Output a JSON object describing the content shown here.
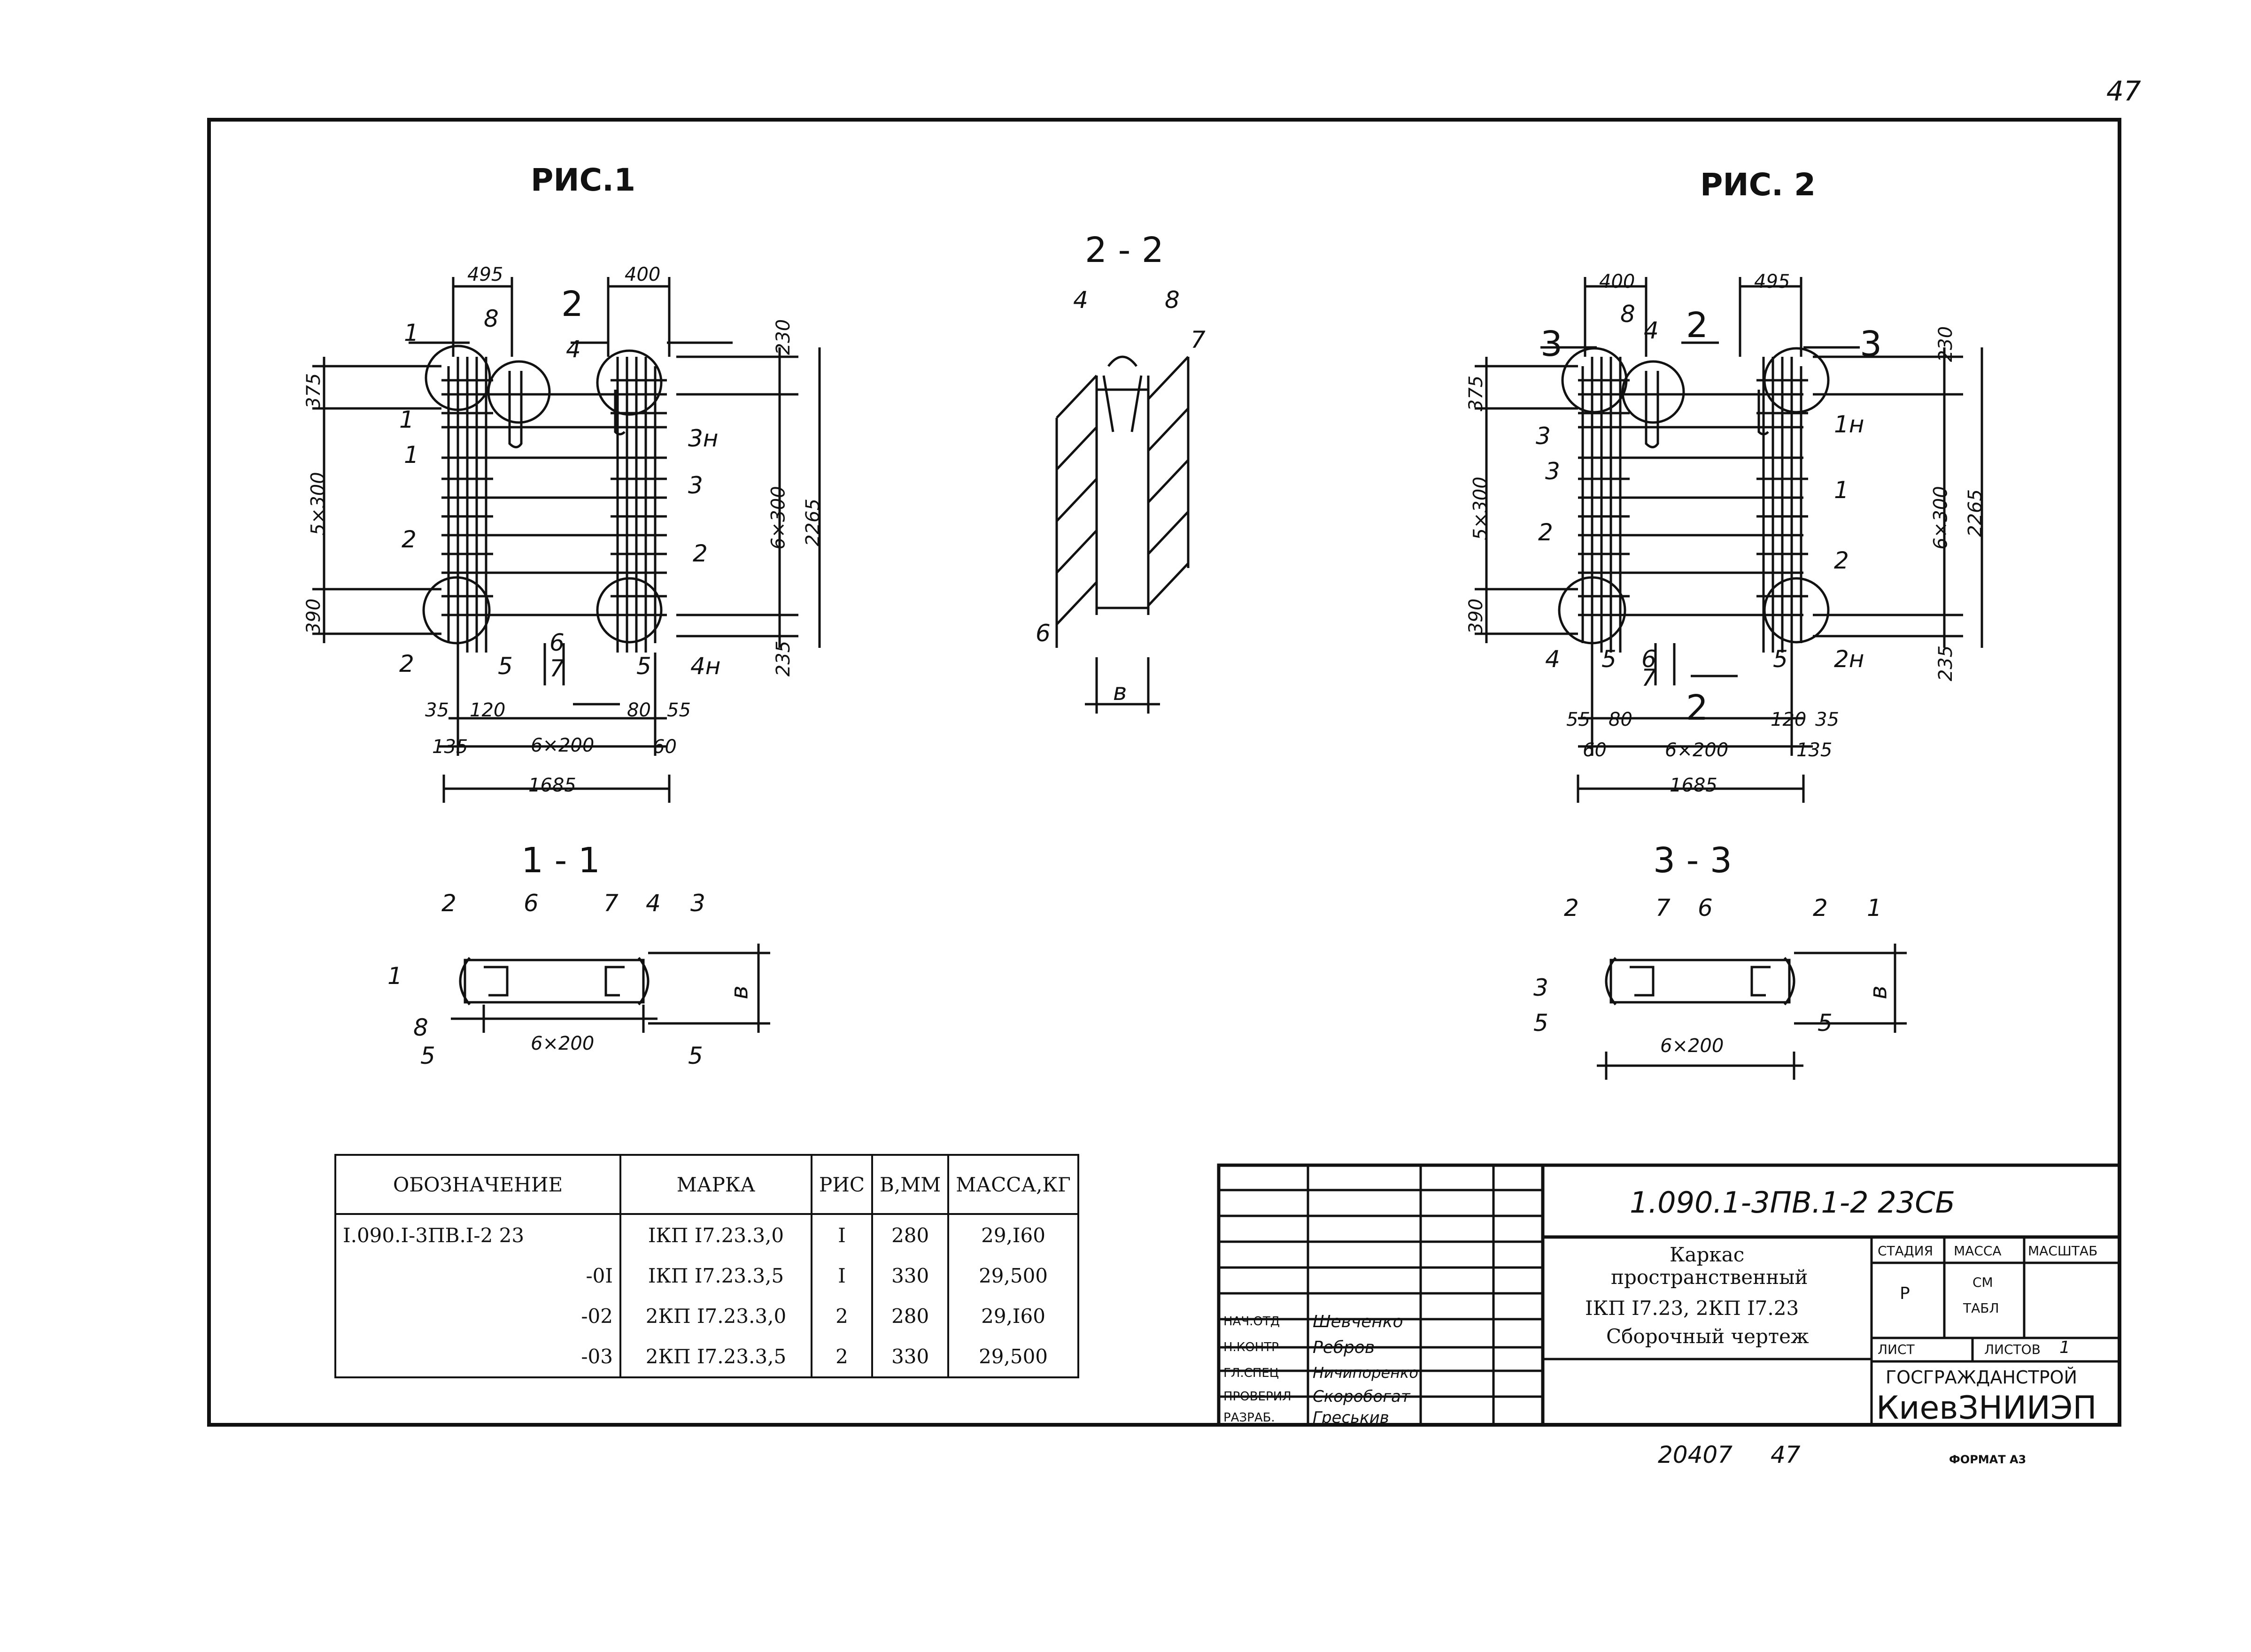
{
  "sheet_number": "47",
  "fig1": {
    "title": "РИС.1",
    "dims": {
      "top_left": "495",
      "top_right": "400",
      "r1": "230",
      "r2": "6×300",
      "r3": "2265",
      "r4": "235",
      "l1": "375",
      "l2": "5×300",
      "l3": "390",
      "b1": "35",
      "b2": "120",
      "b3": "80",
      "b4": "55",
      "b5": "135",
      "b6": "6×200",
      "b7": "60",
      "b8": "1685"
    },
    "labels": {
      "cut1": "1",
      "cut2": "2",
      "p8": "8",
      "p4": "4",
      "p1a": "1",
      "p1b": "1",
      "p3h": "3н",
      "p3": "3",
      "p2a": "2",
      "p2b": "2",
      "p2c": "2",
      "p5a": "5",
      "p6": "6",
      "p7": "7",
      "p5b": "5",
      "p4h": "4н"
    }
  },
  "fig2": {
    "title": "РИС. 2",
    "dims": {
      "top_left": "400",
      "top_right": "495",
      "r1": "230",
      "r2": "6×300",
      "r3": "2265",
      "r4": "235",
      "l1": "375",
      "l2": "5×300",
      "l3": "390",
      "b1": "55",
      "b2": "80",
      "b3": "120",
      "b4": "35",
      "b5": "60",
      "b6": "6×200",
      "b7": "135",
      "b8": "1685"
    },
    "labels": {
      "cut3": "3",
      "cut2": "2",
      "p8": "8",
      "p4": "4",
      "p3a": "3",
      "p3b": "3",
      "p1h": "1н",
      "p1": "1",
      "p2a": "2",
      "p2b": "2",
      "p4b": "4",
      "p5a": "5",
      "p6": "6",
      "p7": "7",
      "p5b": "5",
      "p2h": "2н"
    }
  },
  "section22": {
    "title": "2 - 2",
    "p4": "4",
    "p8": "8",
    "p7": "7",
    "p6": "6",
    "dim": "в"
  },
  "section11": {
    "title": "1 - 1",
    "p2": "2",
    "p6": "6",
    "p7": "7",
    "p4": "4",
    "p3": "3",
    "p1": "1",
    "p8": "8",
    "p5a": "5",
    "p5b": "5",
    "dim": "6×200",
    "hdim": "в"
  },
  "section33": {
    "title": "3 - 3",
    "p2a": "2",
    "p7": "7",
    "p6": "6",
    "p2b": "2",
    "p1": "1",
    "p3": "3",
    "p5a": "5",
    "p5b": "5",
    "dim": "6×200",
    "hdim": "в"
  },
  "spec_table": {
    "headers": [
      "ОБОЗНАЧЕНИЕ",
      "МАРКА",
      "РИС",
      "В,ММ",
      "МАССА,КГ"
    ],
    "rows": [
      [
        "I.090.I-3ПВ.I-2 23",
        "IКП I7.23.3,0",
        "I",
        "280",
        "29,I60"
      ],
      [
        "-0I",
        "IКП I7.23.3,5",
        "I",
        "330",
        "29,500"
      ],
      [
        "-02",
        "2КП I7.23.3,0",
        "2",
        "280",
        "29,I60"
      ],
      [
        "-03",
        "2КП I7.23.3,5",
        "2",
        "330",
        "29,500"
      ]
    ]
  },
  "title_block": {
    "code": "1.090.1-3ПВ.1-2   23СБ",
    "name_line1": "Каркас",
    "name_line2": "пространственный",
    "name_line3": "IКП I7.23,  2КП I7.23",
    "name_line4": "Сборочный чертеж",
    "stage_h": "СТАДИЯ",
    "mass_h": "МАССА",
    "scale_h": "МАСШТАБ",
    "stage": "Р",
    "mass_1": "СМ",
    "mass_2": "ТАБЛ",
    "sheet_h": "ЛИСТ",
    "sheets_h": "ЛИСТОВ",
    "sheets": "1",
    "org1": "ГОСГРАЖДАНСТРОЙ",
    "org2": "КиевЗНИИЭП",
    "roles": [
      "НАЧ.ОТД",
      "Н.КОНТР",
      "ГЛ.СПЕЦ",
      "ПРОВЕРИЛ",
      "РАЗРАБ."
    ],
    "names": [
      "Шевченко",
      "Ребров",
      "Ничипоренко",
      "Скоробогат",
      "Греськив"
    ]
  },
  "footer": {
    "inv": "20407",
    "page": "47",
    "format": "ФОРМАТ А3"
  }
}
